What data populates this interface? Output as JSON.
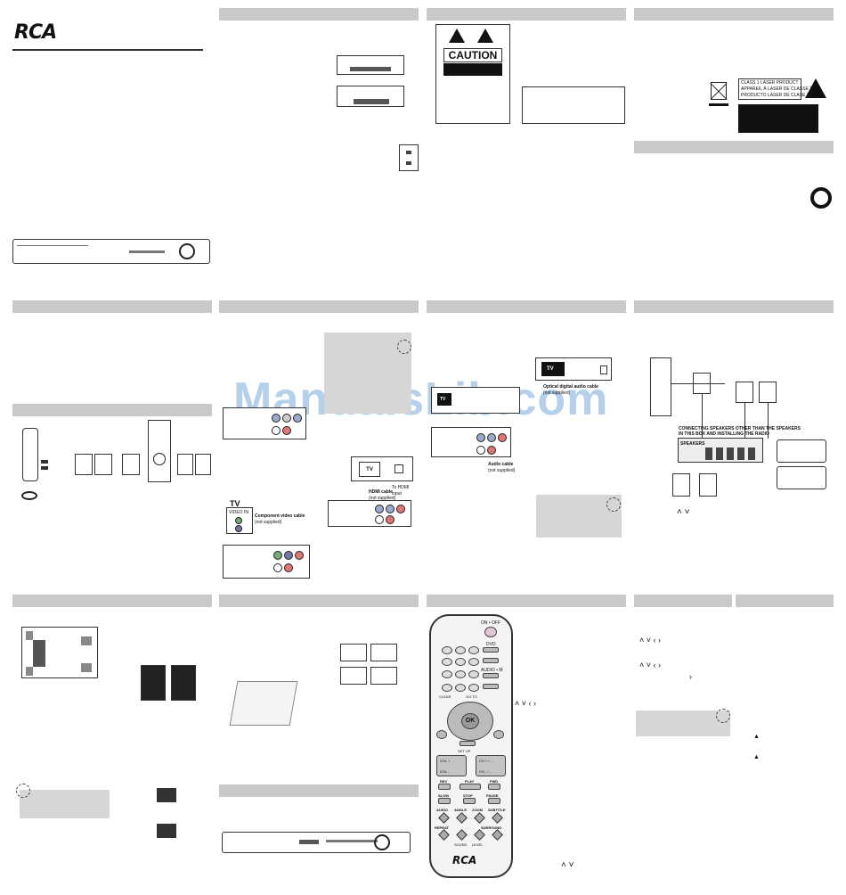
{
  "brand": {
    "logo": "RCA",
    "remote_logo": "RCA"
  },
  "watermark": "ManualsLib.com",
  "safety": {
    "caution": "CAUTION"
  },
  "laser": {
    "label_line1": "CLASS 1 LASER PRODUCT",
    "label_line2": "APPAREIL À LASER DE CLASSE 1",
    "label_line3": "PRODUCTO LÁSER DE CLASE 1"
  },
  "connections": {
    "tv_label": "TV",
    "video_in_label": "VIDEO IN",
    "component_cable": "Component video cable",
    "component_cable_note": "(not supplied)",
    "hdmi_cable": "HDMI cable",
    "hdmi_cable_note": "(not supplied)",
    "to_hdmi": "To HDMI",
    "to_hdmi_2": "input",
    "optical_cable": "Optical digital audio cable",
    "optical_note": "(not supplied)",
    "audio_cable": "Audio cable",
    "audio_cable_note": "(not supplied)",
    "speakers_label": "SPEAKERS",
    "speakers_heading": "CONNECTING SPEAKERS OTHER THAN THE SPEAKERS",
    "speakers_heading_2": "IN THIS BOX AND INSTALLING THE RADIO"
  },
  "remote": {
    "on_off": "ON • OFF",
    "dvd": "DVD",
    "audio": "AUDIO • M",
    "clear": "CLEAR",
    "goto": "GO TO",
    "ok": "OK",
    "setup": "SET UP",
    "vol_plus": "VOL +",
    "vol_minus": "VOL -",
    "ch_plus": "CH + / ...",
    "ch_minus": "CH - / ...",
    "rev": "REV",
    "play": "PLAY",
    "fwd": "FWD",
    "slow": "SLOW",
    "stop": "STOP",
    "pause": "PAUSE",
    "audio2": "AUDIO",
    "angle": "ANGLE",
    "zoom": "ZOOM",
    "subtitle": "SUBTITLE",
    "repeat": "REPEAT",
    "sound": "SOUND",
    "level": "LEVEL",
    "surround": "SURROUND"
  },
  "colors": {
    "header_gray": "#c9c9c9",
    "note_gray": "#d6d6d6",
    "watermark_blue": "#5a96d2"
  }
}
